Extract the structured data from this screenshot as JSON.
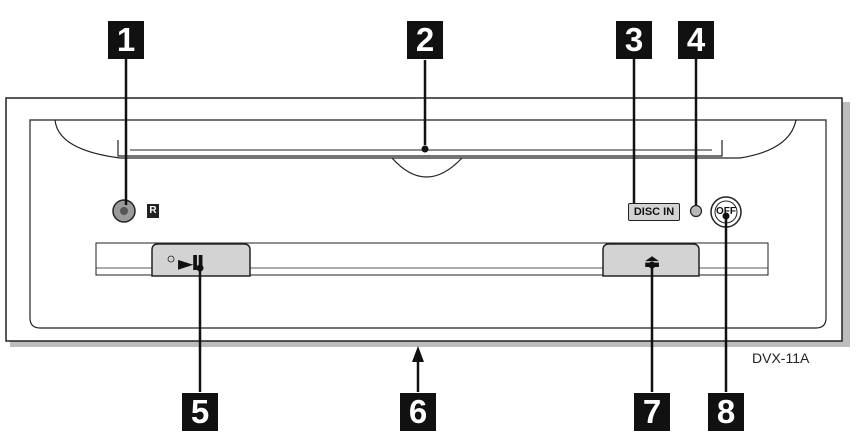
{
  "callouts": [
    "1",
    "2",
    "3",
    "4",
    "5",
    "6",
    "7",
    "8"
  ],
  "panel": {
    "disc_in_label": "DISC IN",
    "off_label": "OFF",
    "model_label": "DVX-11A",
    "play_pause_symbol": "►II",
    "eject_symbol": "⏏",
    "remote_sensor_symbol": "R"
  },
  "colors": {
    "callout_box": "#111111",
    "outline": "#222222",
    "panel_shadow": "#bdbdbd",
    "button_fill": "#d3d3d3"
  }
}
